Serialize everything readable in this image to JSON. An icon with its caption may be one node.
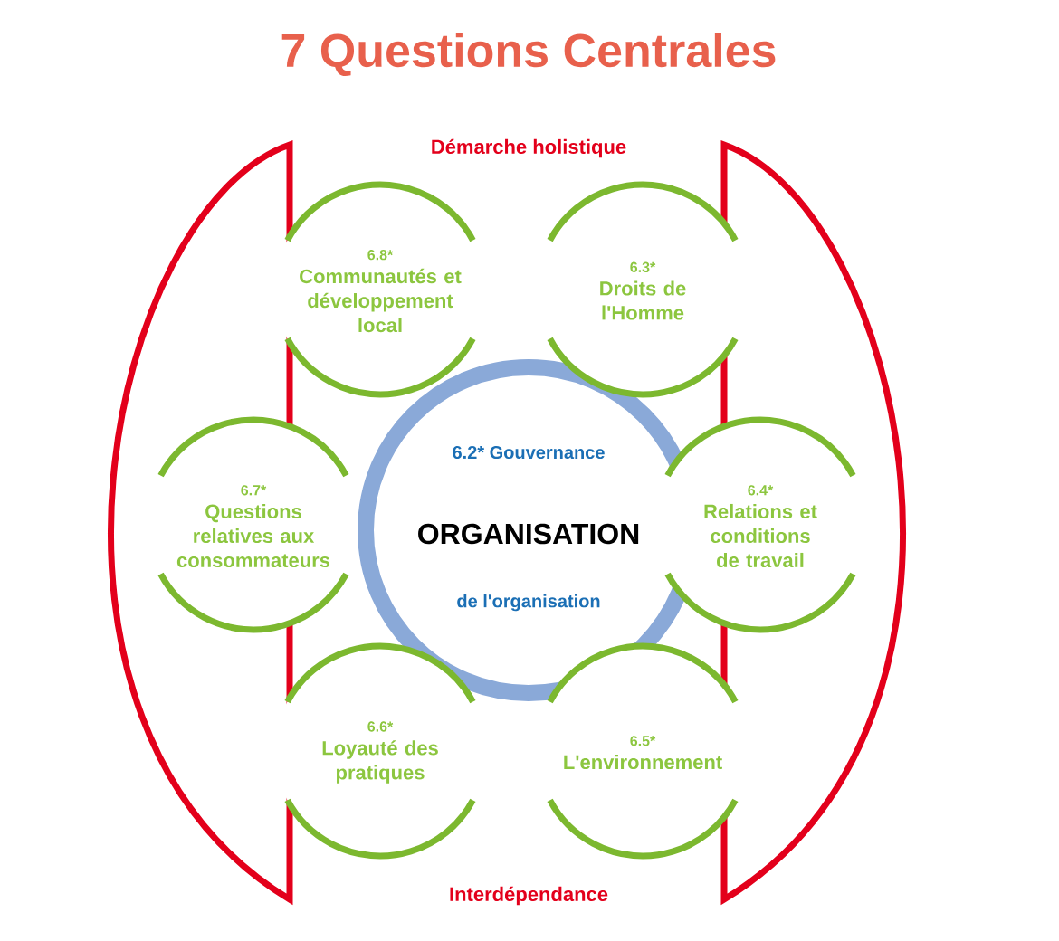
{
  "diagram": {
    "title": "7 Questions Centrales",
    "nodes": [
      {
        "text": [
          "6.8*",
          "Communautés et développement local"
        ]
      },
      {
        "text": [
          "6.3*",
          "Droits de l'Homme"
        ]
      },
      {
        "text": [
          "6.7*",
          "Questions relatives aux consommateurs"
        ]
      },
      {
        "text": [
          "6.2* Gouvernance",
          "ORGANISATION",
          "de l'organisation"
        ]
      },
      {
        "text": [
          "6.4*",
          "Relations et conditions de travail"
        ]
      },
      {
        "text": [
          "6.6*",
          "Loyauté des pratiques"
        ]
      },
      {
        "text": [
          "6.5*",
          "L'environnement"
        ]
      }
    ],
    "labels": [
      "Démarche holistique",
      "Interdépendance"
    ]
  }
}
